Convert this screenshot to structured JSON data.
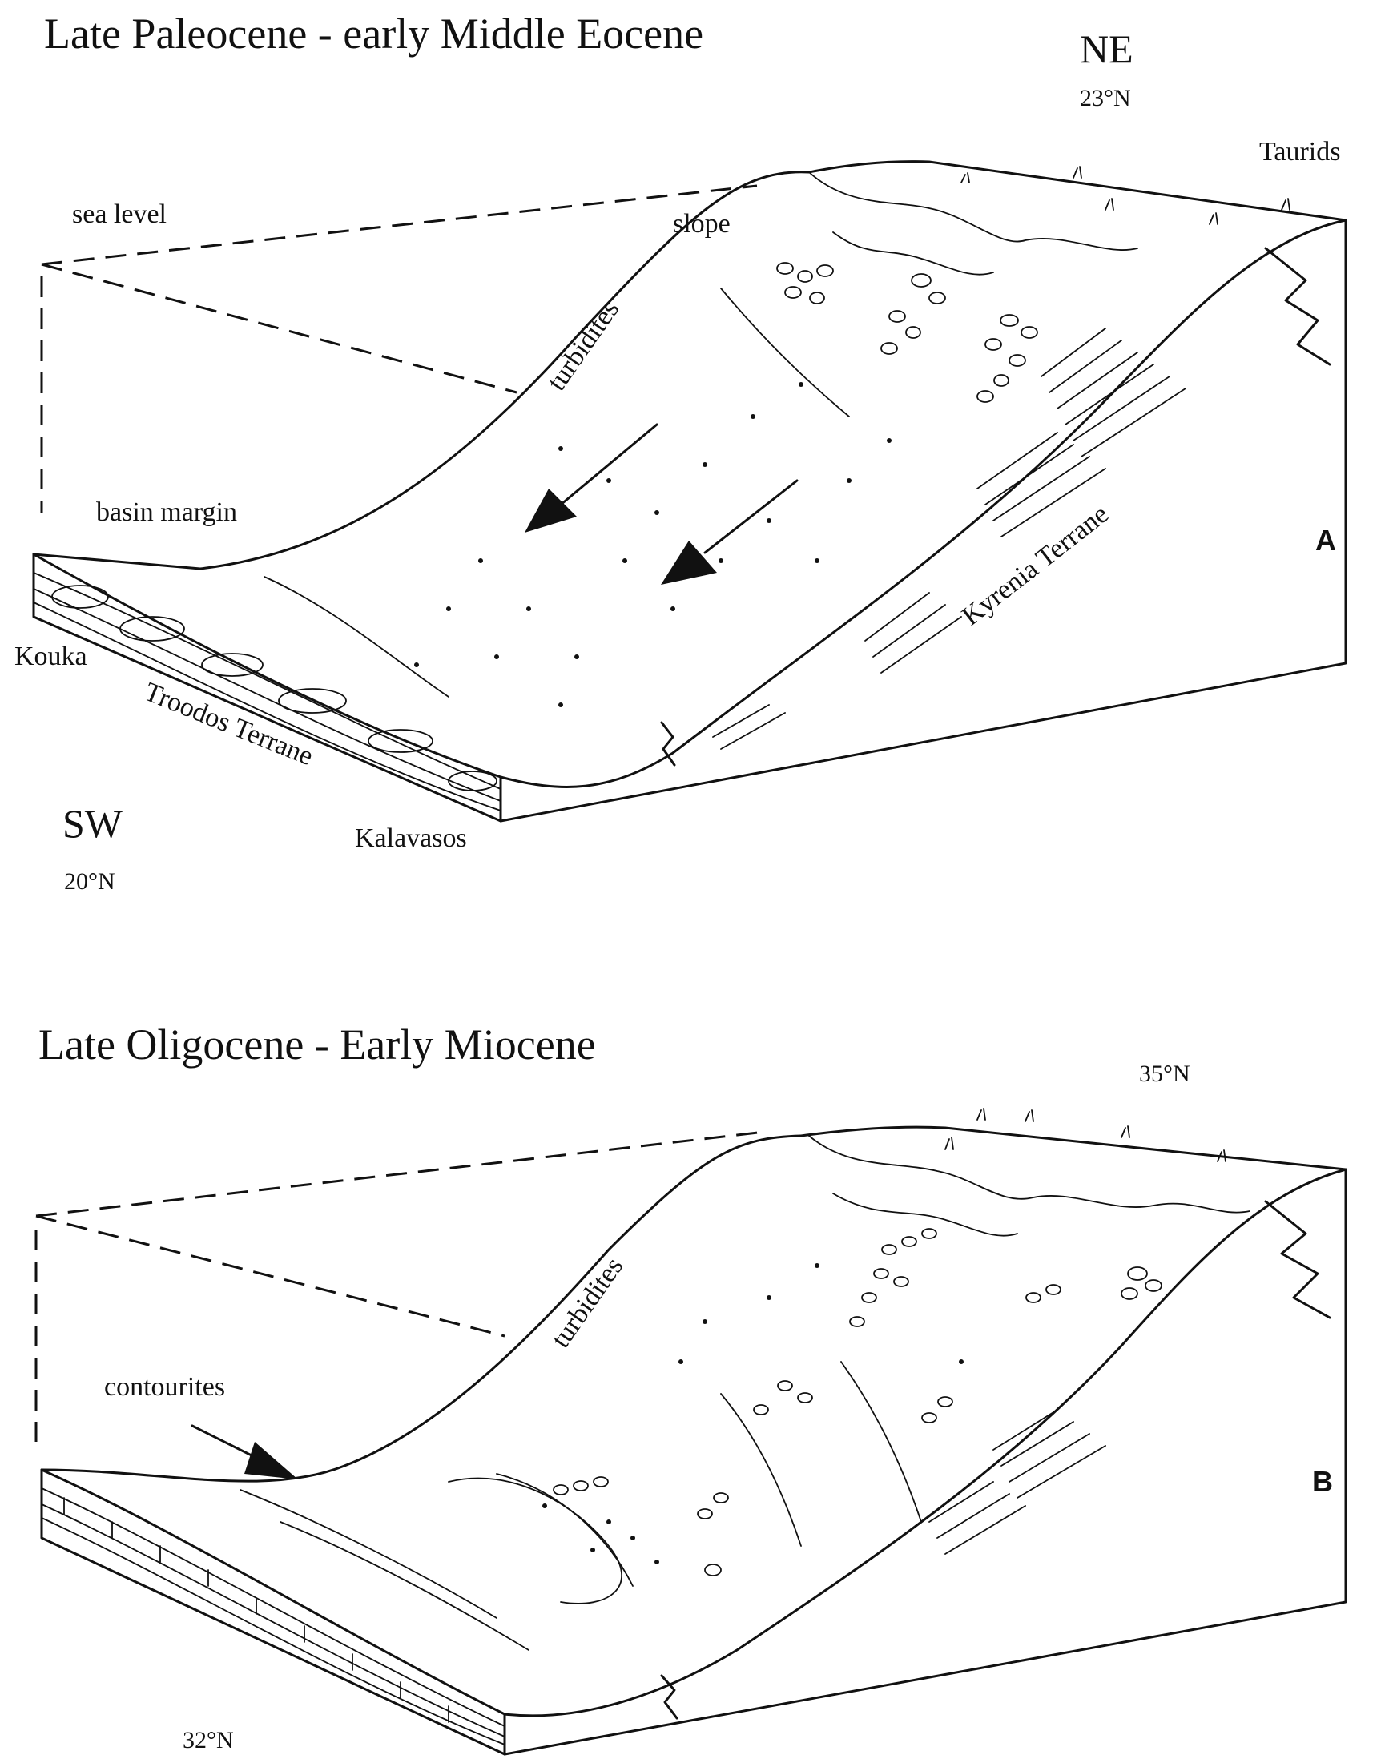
{
  "panel_a": {
    "title": "Late Paleocene - early Middle Eocene",
    "direction_ne": "NE",
    "lat_ne": "23°N",
    "direction_sw": "SW",
    "lat_sw": "20°N",
    "labels": {
      "taurids": "Taurids",
      "sea_level": "sea level",
      "slope": "slope",
      "turbidites": "turbidites",
      "basin_margin": "basin margin",
      "kouka": "Kouka",
      "troodos_terrane": "Troodos Terrane",
      "kalavasos": "Kalavasos",
      "kyrenia_terrane": "Kyrenia Terrane"
    },
    "panel_letter": "A"
  },
  "panel_b": {
    "title": "Late Oligocene - Early Miocene",
    "lat_ne": "35°N",
    "lat_sw": "32°N",
    "labels": {
      "turbidites": "turbidites",
      "contourites": "contourites"
    },
    "panel_letter": "B"
  }
}
